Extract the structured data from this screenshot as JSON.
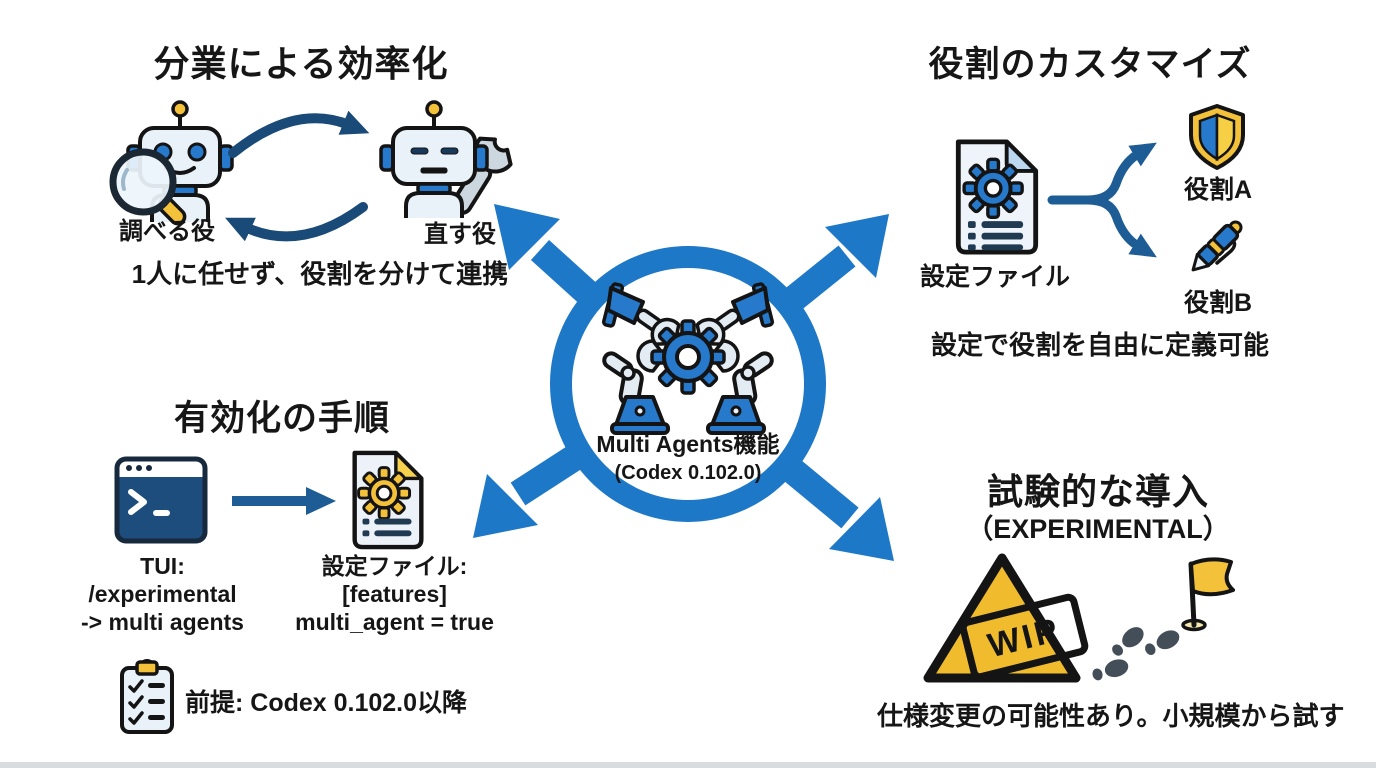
{
  "colors": {
    "primary_blue": "#1e78c8",
    "icon_blue": "#2679cb",
    "navy": "#1a4a78",
    "steel_arrow": "#1d5c94",
    "yellow": "#f4c23a",
    "amber_triangle": "#f0bc2e",
    "light_panel": "#e9f1f9",
    "foot_gray": "#434e59",
    "ink": "#141414"
  },
  "center": {
    "title": "Multi Agents機能",
    "subtitle": "(Codex 0.102.0)"
  },
  "division": {
    "title": "分業による効率化",
    "left_role": "調べる役",
    "right_role": "直す役",
    "caption": "1人に任せず、役割を分けて連携"
  },
  "customize": {
    "title": "役割のカスタマイズ",
    "file_label": "設定ファイル",
    "role_a": "役割A",
    "role_b": "役割B",
    "caption": "設定で役割を自由に定義可能"
  },
  "enable": {
    "title": "有効化の手順",
    "tui_lines": [
      "TUI:",
      "/experimental",
      "-> multi agents"
    ],
    "config_lines": [
      "設定ファイル:",
      "[features]",
      "multi_agent = true"
    ],
    "prerequisite": "前提: Codex 0.102.0以降"
  },
  "experimental": {
    "title": "試験的な導入",
    "subtitle": "（EXPERIMENTAL）",
    "stamp": "WIP",
    "caption": "仕様変更の可能性あり。小規模から試す"
  }
}
